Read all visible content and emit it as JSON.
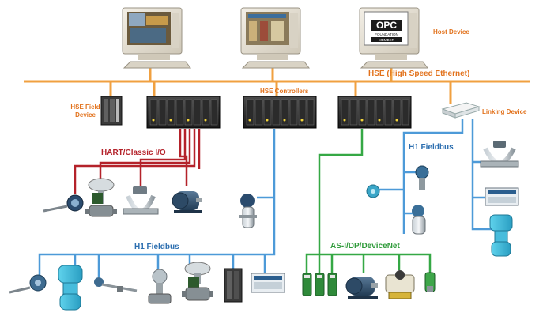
{
  "labels": {
    "host_device": "Host Device",
    "hse": "HSE (High Speed Ethernet)",
    "hse_field_device": "HSE Field\nDevice",
    "hse_controllers": "HSE Controllers",
    "linking_device": "Linking Device",
    "hart_classic_io": "HART/Classic I/O",
    "h1_fieldbus_right": "H1 Fieldbus",
    "h1_fieldbus_bottom": "H1 Fieldbus",
    "asi_dp_devicenet": "AS-I/DP/DeviceNet",
    "opc_logo": "OPC",
    "opc_sub": "FOUNDATION",
    "opc_member": "MEMBER"
  },
  "colors": {
    "hse_bus": "#f0a040",
    "h1_bus": "#4d9ad8",
    "hart_bus": "#b4222a",
    "asi_bus": "#35a845",
    "label_orange": "#e2721c",
    "label_blue": "#2d6fb0",
    "label_green": "#2f9b3a",
    "label_red": "#b4222a"
  },
  "icons": [
    "computer-icon",
    "controller-rack-icon",
    "linking-device-icon",
    "transmitter-icon",
    "valve-icon",
    "flowmeter-icon",
    "motor-icon",
    "io-module-icon",
    "display-unit-icon",
    "sensor-icon"
  ]
}
